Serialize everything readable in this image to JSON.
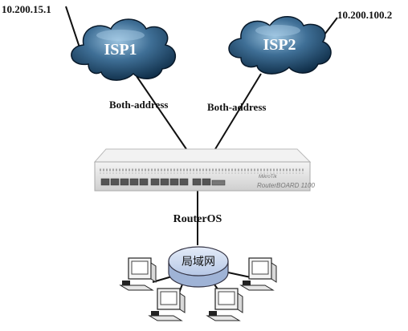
{
  "isp1": {
    "name": "ISP1",
    "ip": "10.200.15.1",
    "link_label": "Both-address"
  },
  "isp2": {
    "name": "ISP2",
    "ip": "10.200.100.2",
    "link_label": "Both-address"
  },
  "router": {
    "model": "RouterBOARD 1100",
    "brand": "MikroTik",
    "os_label": "RouterOS"
  },
  "lan": {
    "name": "局域网"
  },
  "colors": {
    "cloud_dark": "#0d2b45",
    "cloud_light": "#6fa4c8",
    "lan_disk": "#c9d6ee",
    "chassis": "#e6e6e6"
  },
  "icons": {
    "isp": "cloud-icon",
    "router": "router-icon",
    "lan": "lan-hub-icon",
    "pc": "computer-icon"
  }
}
